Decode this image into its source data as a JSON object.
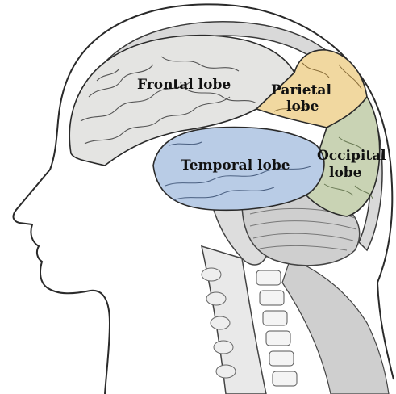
{
  "labels": {
    "frontal": "Frontal lobe",
    "parietal_line1": "Parietal",
    "parietal_line2": "lobe",
    "temporal": "Temporal lobe",
    "occipital_line1": "Occipital",
    "occipital_line2": "lobe"
  },
  "colors": {
    "frontal": "#e4e4e2",
    "parietal": "#f1d8a0",
    "temporal": "#b9cce6",
    "occipital": "#c9d3b4",
    "cerebellum": "#cfcfcf",
    "outline": "#2a2a2a",
    "skull_fill": "#ffffff",
    "gyri_line": "#555555"
  }
}
